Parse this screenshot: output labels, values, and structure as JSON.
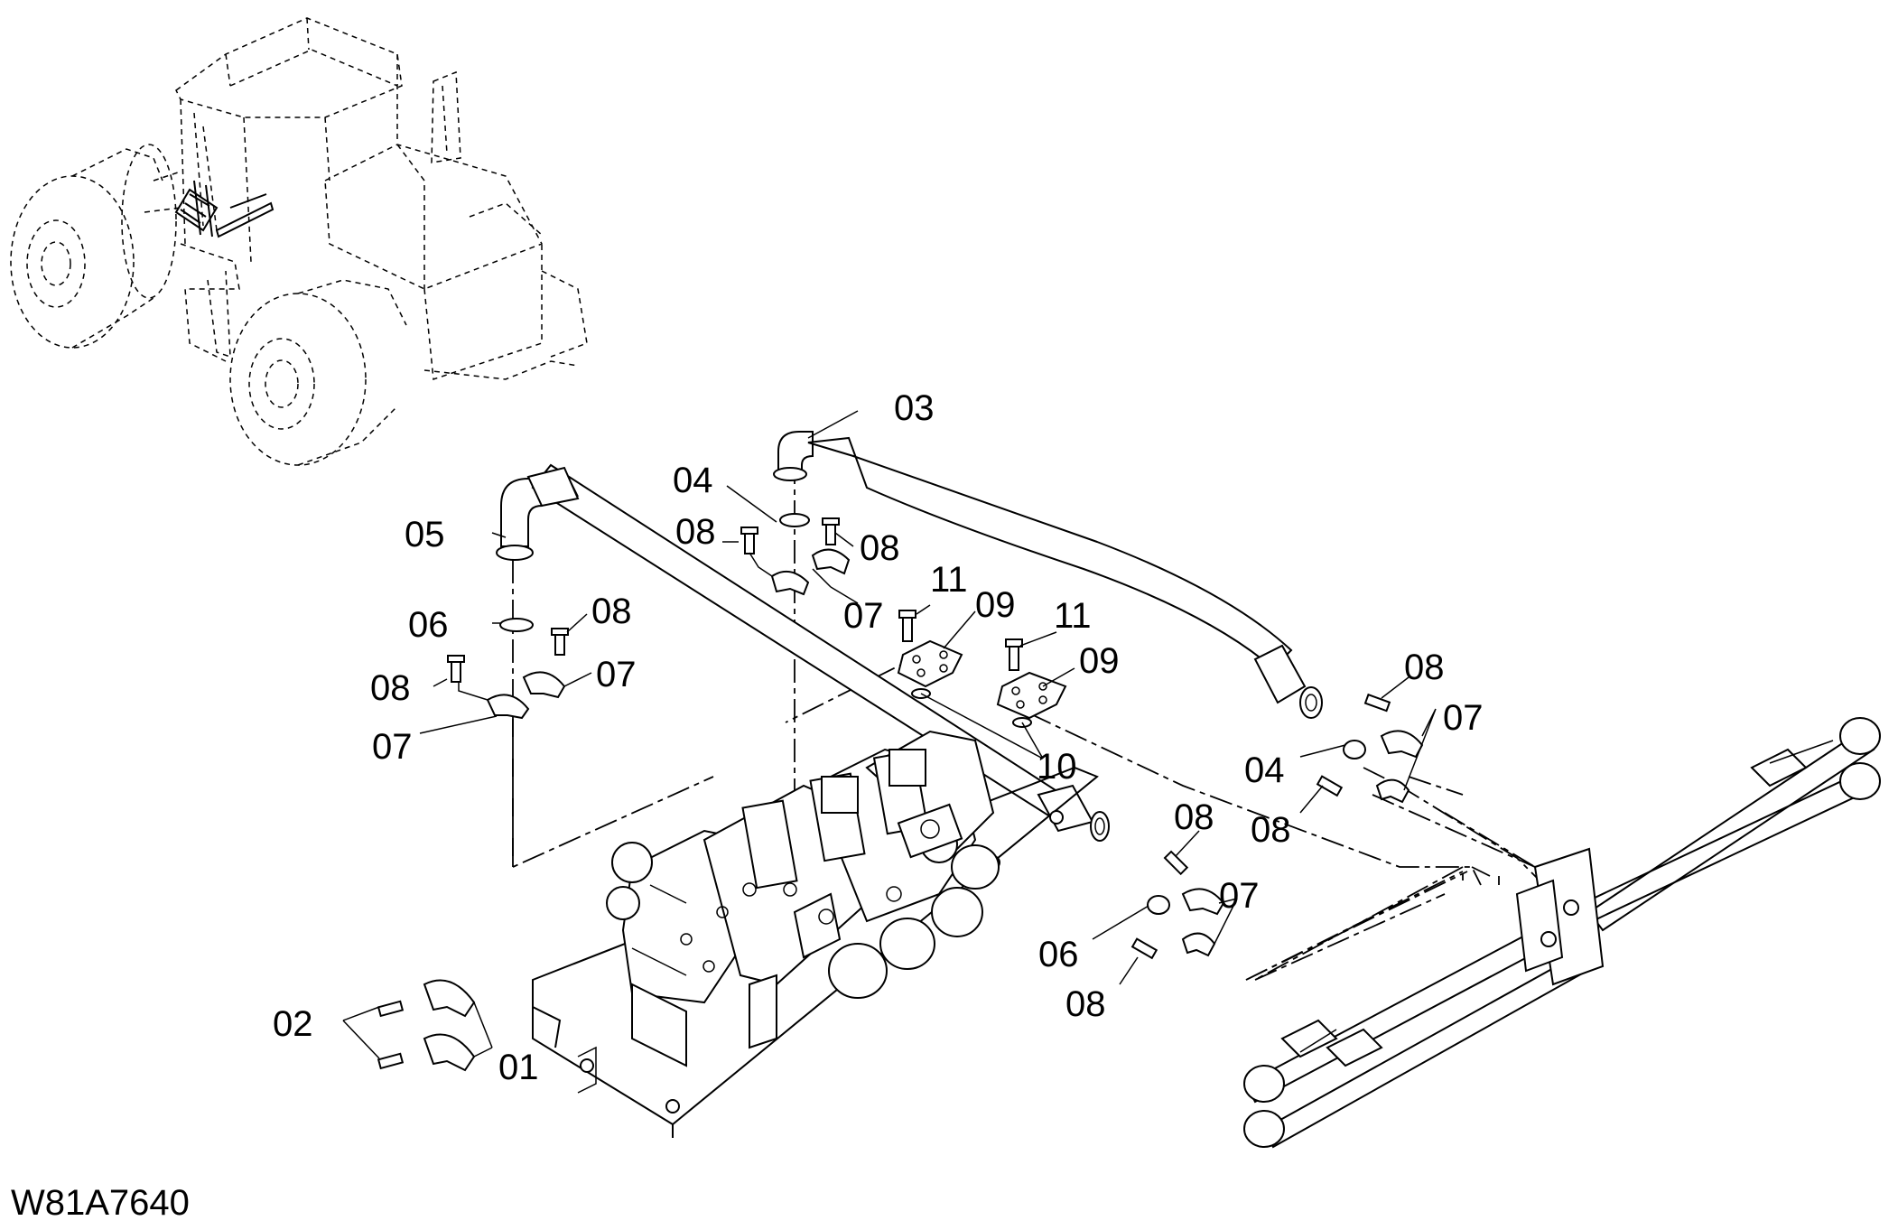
{
  "drawing_code": "W81A7640",
  "callouts": {
    "c01": "01",
    "c02": "02",
    "c03": "03",
    "c04a": "04",
    "c04b": "04",
    "c05": "05",
    "c06a": "06",
    "c06b": "06",
    "c07a": "07",
    "c07b": "07",
    "c07c": "07",
    "c07d": "07",
    "c07e": "07",
    "c08a": "08",
    "c08b": "08",
    "c08c": "08",
    "c08d": "08",
    "c08e": "08",
    "c08f": "08",
    "c08g": "08",
    "c08h": "08",
    "c09a": "09",
    "c09b": "09",
    "c10": "10",
    "c11a": "11",
    "c11b": "11"
  }
}
